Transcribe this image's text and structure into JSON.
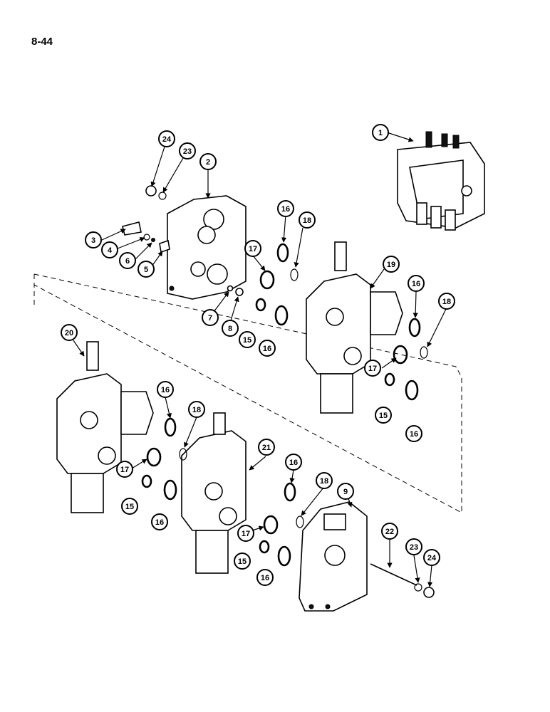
{
  "page": {
    "number": "8-44"
  },
  "callouts": [
    "1",
    "2",
    "3",
    "4",
    "5",
    "6",
    "7",
    "8",
    "9",
    "15",
    "16",
    "17",
    "18",
    "19",
    "20",
    "21",
    "22",
    "23",
    "24"
  ]
}
